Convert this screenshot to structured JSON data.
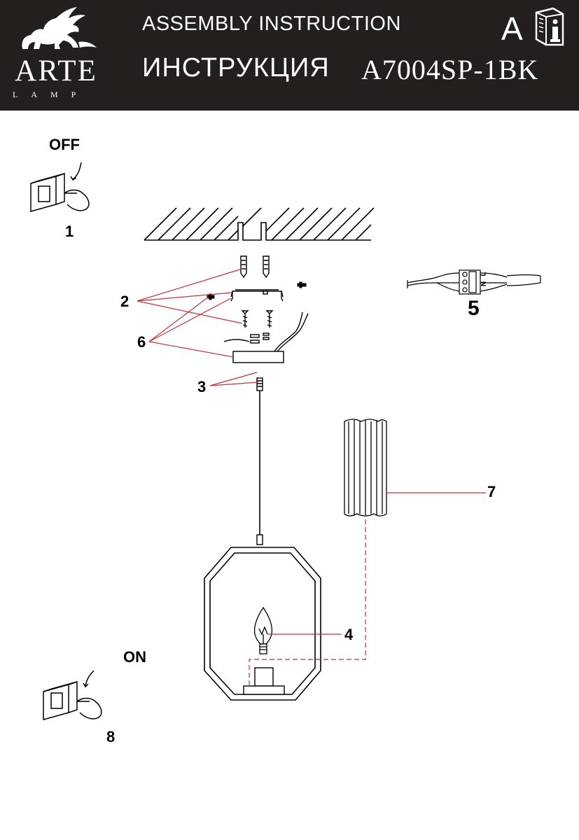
{
  "header": {
    "brand": "ARTE",
    "brand_sub": "LAMP",
    "title_en": "ASSEMBLY INSTRUCTION",
    "title_ru": "ИНСТРУКЦИЯ",
    "model": "A7004SP-1BK",
    "lang_letter": "A",
    "info_icon": "info-book-icon",
    "background": "#231f1c"
  },
  "steps": {
    "off_label": "OFF",
    "on_label": "ON",
    "n1": "1",
    "n2": "2",
    "n3": "3",
    "n4": "4",
    "n5": "5",
    "n6": "6",
    "n7": "7",
    "n8": "8"
  },
  "terminal": {
    "n_mark": "N",
    "l_mark": "L"
  },
  "colors": {
    "leader": "#c8323c",
    "line": "#000000"
  }
}
